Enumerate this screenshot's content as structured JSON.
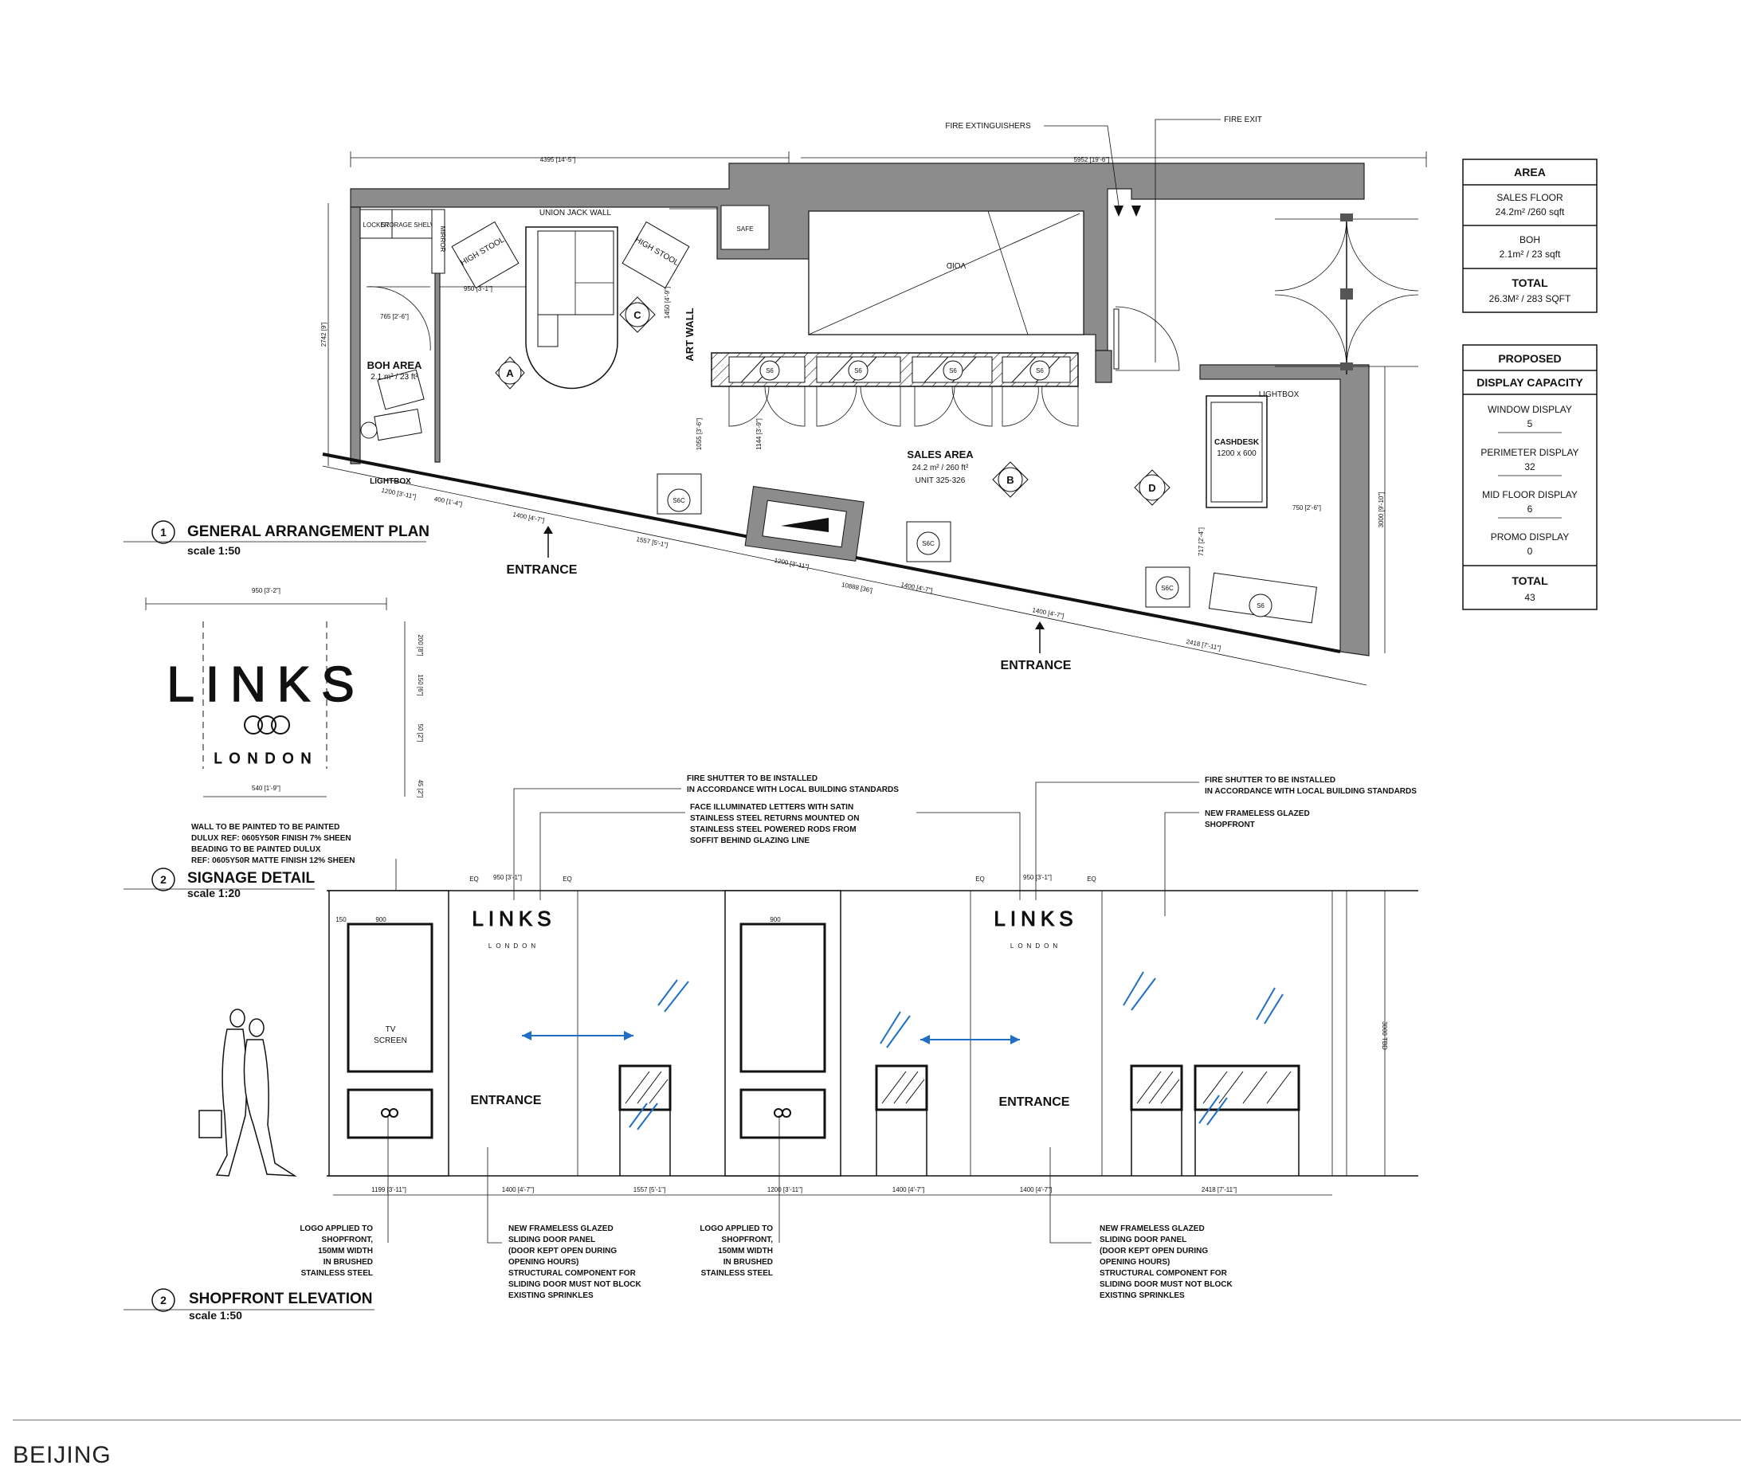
{
  "plan": {
    "title": "GENERAL ARRANGEMENT PLAN",
    "number": "1",
    "scale": "scale 1:50",
    "labels": {
      "fire_extinguishers": "FIRE EXTINGUISHERS",
      "fire_exit": "FIRE EXIT",
      "union_jack_wall": "UNION JACK WALL",
      "locker": "LOCKER",
      "storage_shelves": "STORAGE SHELVES",
      "mirror": "MIRROR",
      "high_stool_1": "HIGH STOOL",
      "high_stool_2": "HIGH STOOL",
      "void": "VOID",
      "art_wall": "ART WALL",
      "boh_area": "BOH AREA",
      "boh_area_size": "2.1 m² / 23 ft²",
      "sales_area": "SALES AREA",
      "sales_area_size": "24.2 m² / 260 ft²",
      "unit": "UNIT 325-326",
      "cashdesk": "CASHDESK",
      "cashdesk_size": "1200 x 600",
      "lightbox_1": "LIGHTBOX",
      "lightbox_2": "LIGHTBOX",
      "entrance_1": "ENTRANCE",
      "entrance_2": "ENTRANCE"
    },
    "zone_markers": [
      "A",
      "B",
      "C",
      "D"
    ],
    "fixtures": [
      "S6",
      "S6",
      "S6",
      "S6",
      "S6C",
      "S6C",
      "S6C",
      "S6"
    ],
    "dims": {
      "top_left": "4395 [14'-5\"]",
      "top_right": "5952 [19'-6\"]",
      "left_height": "2742 [9']",
      "right_height": "3000 [9'-10\"]",
      "d950": "950 [3'-1\"]",
      "d765": "765 [2'-6\"]",
      "d1055": "1055 [3'-6\"]",
      "d1144": "1144 [3'-9\"]",
      "d750": "750 [2'-6\"]",
      "d717": "717 [2'-4\"]",
      "bottom_1": "1200 [3'-11\"]",
      "bottom_2": "400 [1'-4\"]",
      "bottom_3": "1400 [4'-7\"]",
      "bottom_4": "1557 [5'-1\"]",
      "bottom_5": "1200 [3'-11\"]",
      "bottom_6": "1400 [4'-7\"]",
      "bottom_7": "1400 [4'-7\"]",
      "bottom_8": "2418 [7'-11\"]",
      "bottom_total": "10888 [36']"
    }
  },
  "area_table": {
    "header": "AREA",
    "rows": [
      {
        "label": "SALES FLOOR",
        "value": "24.2m² /260 sqft"
      },
      {
        "label": "BOH",
        "value": "2.1m² / 23 sqft"
      },
      {
        "label": "TOTAL",
        "value": "26.3M² / 283 SQFT"
      }
    ]
  },
  "capacity_table": {
    "header1": "PROPOSED",
    "header2": "DISPLAY CAPACITY",
    "rows": [
      {
        "label": "WINDOW DISPLAY",
        "value": "5"
      },
      {
        "label": "PERIMETER DISPLAY",
        "value": "32"
      },
      {
        "label": "MID FLOOR DISPLAY",
        "value": "6"
      },
      {
        "label": "PROMO DISPLAY",
        "value": "0"
      }
    ],
    "total_label": "TOTAL",
    "total_value": "43"
  },
  "signage": {
    "title": "SIGNAGE DETAIL",
    "number": "2",
    "scale": "scale 1:20",
    "logo_main": "LINKS",
    "logo_sub": "LONDON",
    "width_top": "950 [3'-2\"]",
    "width_bottom": "540 [1'-9\"]",
    "h1": "200 [8\"]",
    "h2": "150 [6\"]",
    "h3": "50 [2\"]",
    "h4": "45 [2\"]"
  },
  "elevation": {
    "title": "SHOPFRONT ELEVATION",
    "number": "2",
    "scale": "scale 1:50",
    "notes": {
      "wall_paint": [
        "WALL TO BE PAINTED TO BE PAINTED",
        "DULUX REF: 0605Y50R FINISH 7% SHEEN",
        "BEADING TO BE PAINTED DULUX",
        "REF: 0605Y50R MATTE FINISH 12% SHEEN"
      ],
      "fire_shutter_1": [
        "FIRE SHUTTER TO BE INSTALLED",
        "IN ACCORDANCE WITH LOCAL BUILDING STANDARDS"
      ],
      "letters": [
        "FACE ILLUMINATED LETTERS WITH SATIN",
        "STAINLESS STEEL RETURNS MOUNTED ON",
        "STAINLESS STEEL POWERED RODS FROM",
        "SOFFIT BEHIND GLAZING LINE"
      ],
      "fire_shutter_2": [
        "FIRE SHUTTER TO BE INSTALLED",
        "IN ACCORDANCE WITH LOCAL BUILDING STANDARDS"
      ],
      "glazed": [
        "NEW FRAMELESS GLAZED",
        "SHOPFRONT"
      ],
      "logo_1": [
        "LOGO APPLIED TO",
        "SHOPFRONT,",
        "150MM WIDTH",
        "IN BRUSHED",
        "STAINLESS STEEL"
      ],
      "door_1": [
        "NEW FRAMELESS GLAZED",
        " SLIDING DOOR PANEL",
        "(DOOR KEPT OPEN DURING",
        "OPENING HOURS)",
        "STRUCTURAL COMPONENT FOR",
        "SLIDING DOOR MUST NOT BLOCK",
        "EXISTING SPRINKLES"
      ],
      "logo_2": [
        "LOGO APPLIED TO",
        "SHOPFRONT,",
        "150MM WIDTH",
        "IN BRUSHED",
        "STAINLESS STEEL"
      ],
      "door_2": [
        "NEW FRAMELESS GLAZED",
        " SLIDING DOOR PANEL",
        "(DOOR KEPT OPEN DURING",
        "OPENING HOURS)",
        "STRUCTURAL COMPONENT FOR",
        "SLIDING DOOR MUST NOT BLOCK",
        "EXISTING SPRINKLES"
      ]
    },
    "tv_screen": [
      "TV",
      "SCREEN"
    ],
    "entrance_1": "ENTRANCE",
    "entrance_2": "ENTRANCE",
    "eq": "EQ",
    "dims": {
      "bottom": [
        "1199 [3'-11\"]",
        "1400 [4'-7\"]",
        "1557 [5'-1\"]",
        "1200 [3'-11\"]",
        "1400 [4'-7\"]",
        "1400 [4'-7\"]",
        "2418 [7'-11\"]"
      ],
      "ceiling": "3000 TBD",
      "d900": "900",
      "d150": "150",
      "d950": "950 [3'-1\"]"
    }
  },
  "footer": "BEIJING"
}
